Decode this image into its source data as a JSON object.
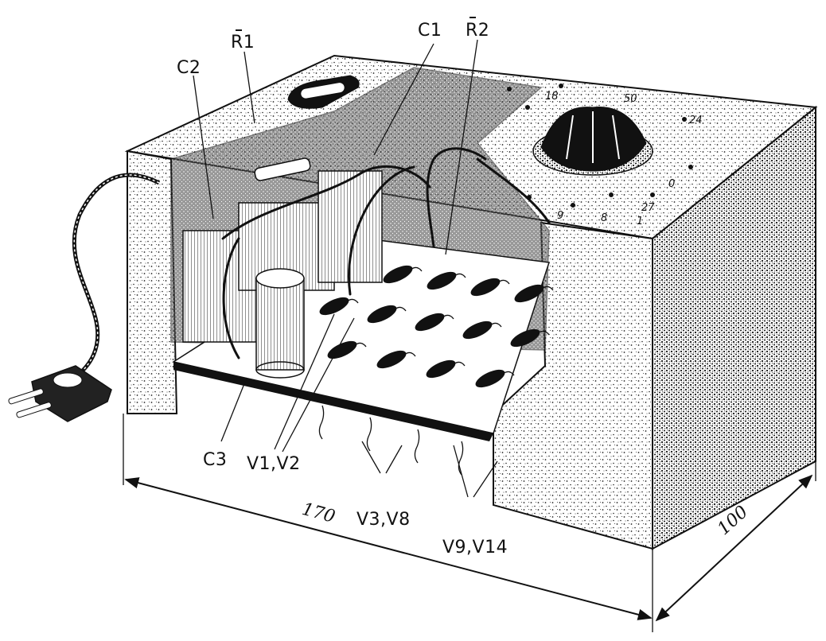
{
  "labels": {
    "r1": "R1",
    "c2": "C2",
    "c1": "C1",
    "r2": "R2",
    "c3": "C3",
    "v1v2": "V1,V2",
    "v3v8": "V3,V8",
    "v9v14": "V9,V14"
  },
  "dimensions": {
    "length": "170",
    "depth": "100"
  },
  "dial_marks": [
    "18",
    "50",
    "24",
    "0",
    "27",
    "9",
    "8",
    "1"
  ]
}
